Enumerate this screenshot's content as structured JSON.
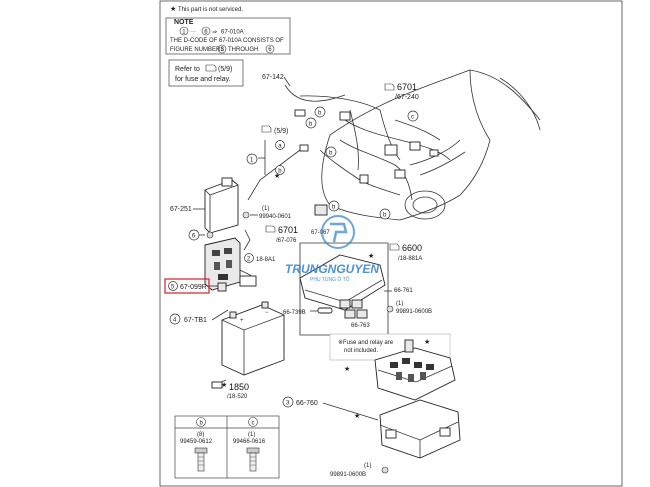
{
  "legend": {
    "star_note": "This part is not serviced."
  },
  "note": {
    "title": "NOTE",
    "line1_a": "1",
    "line1_dots": "···",
    "line1_b": "6",
    "line1_arrow": "⇒",
    "line1_code": "67-010A",
    "line2": "THE D-CODE OF 67-010A CONSISTS OF",
    "line3_a": "FIGURE NUMBERS",
    "line3_b": "1",
    "line3_c": "THROUGH",
    "line3_d": "6"
  },
  "refer": {
    "line1_a": "Refer to",
    "line1_b": "(5/9)",
    "line2": "for fuse and relay."
  },
  "callouts": {
    "p67_142": "67-142",
    "p6701_top": "6701",
    "p67_240": "/67-240",
    "p5_9": "(5/9)",
    "a": "a",
    "b": "b",
    "c": "c",
    "one": "1",
    "two": "2",
    "three": "3",
    "four": "4",
    "five": "5",
    "six": "6",
    "p67_251": "67-251",
    "p1_bracket": "(1)",
    "p99940": "99940-0601",
    "p6701_mid": "6701",
    "p67_076": "/67-076",
    "p67_067": "67-067",
    "p6600": "6600",
    "p18_881a": "/18-881A",
    "p18_8a1": "18-8A1",
    "p67_099r": "67-099R",
    "p66_761": "66-761",
    "p66_739b": "66-739B",
    "p66_763": "66-763",
    "p99891_top": "99891-0600B",
    "p67_tb1": "67-TB1",
    "fuse_note_1": "※Fuse and relay are",
    "fuse_note_2": "not included.",
    "p1850": "1850",
    "p18_520": "/18-520",
    "p66_760": "66-760",
    "p99891_bottom": "99891-0600B"
  },
  "bolts": {
    "b_label": "b",
    "b_qty": "(8)",
    "b_part": "99459-0612",
    "c_label": "c",
    "c_qty": "(1)",
    "c_part": "99466-0616"
  },
  "watermark": {
    "brand": "TRUNGNGUYEN",
    "sub": "PHỤ TÙNG Ô TÔ"
  },
  "colors": {
    "highlight": "#d21f2b",
    "watermark": "#2f7fd0"
  }
}
